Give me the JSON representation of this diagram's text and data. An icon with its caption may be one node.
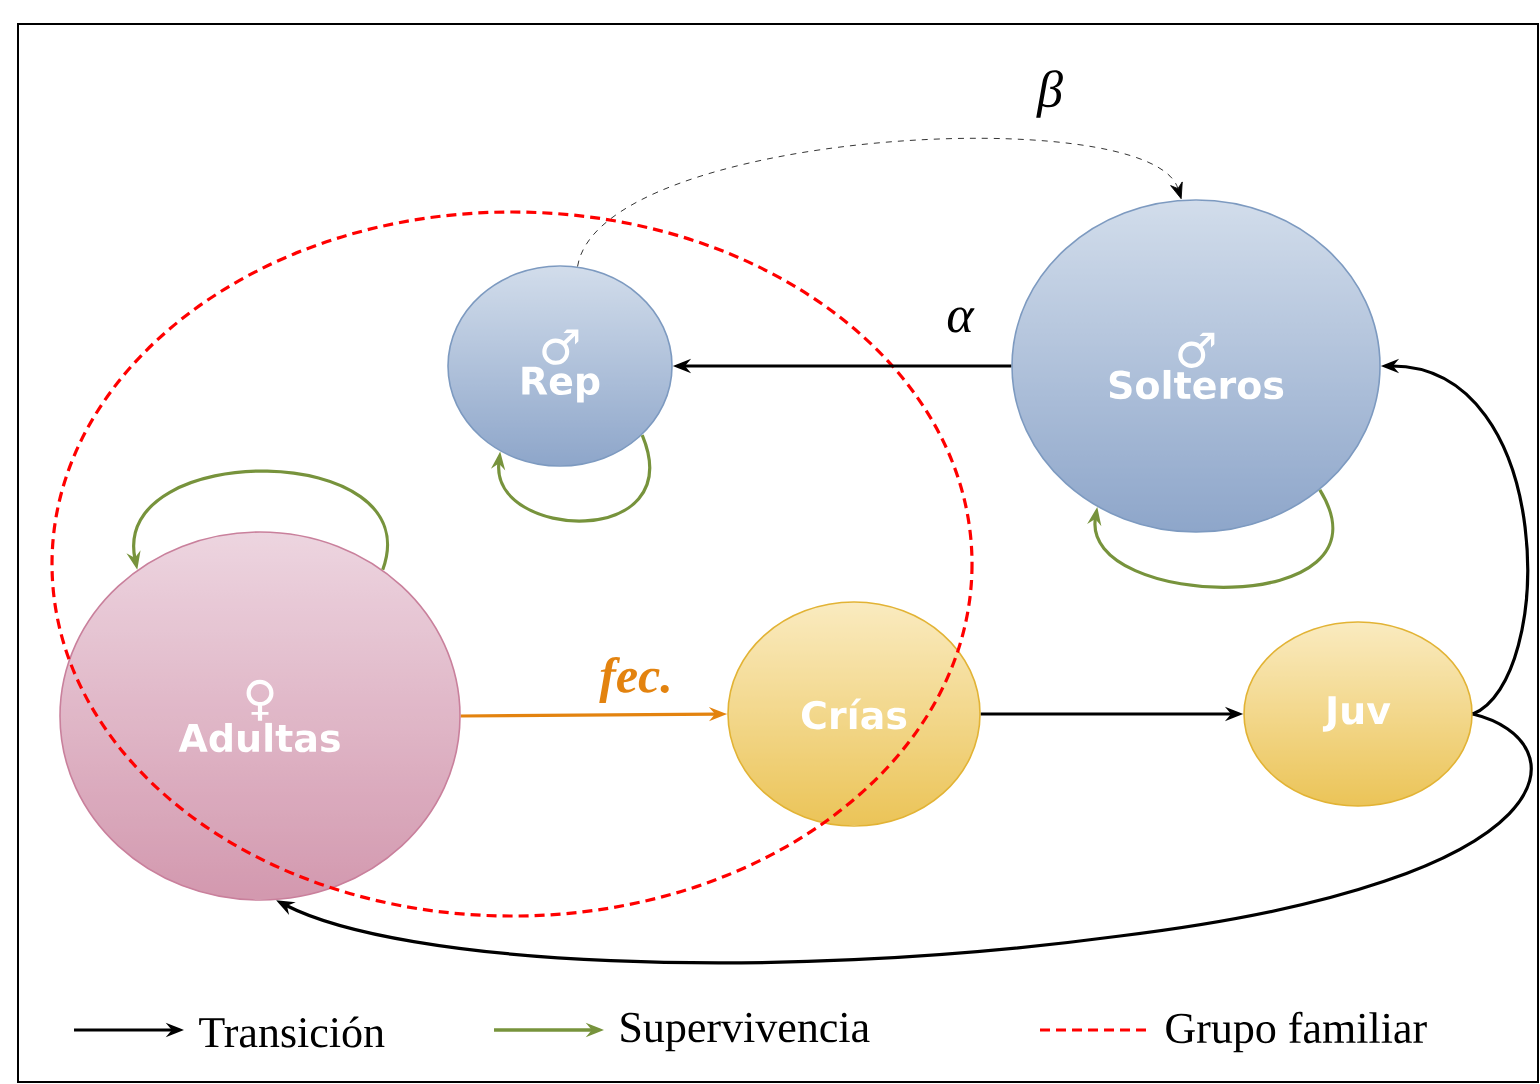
{
  "diagram": {
    "nodes": [
      {
        "text": [
          "♂",
          "Rep"
        ]
      },
      {
        "text": [
          "♂",
          "Solteros"
        ]
      },
      {
        "text": [
          "♀",
          "Adultas"
        ]
      },
      {
        "text": [
          "Crías"
        ]
      },
      {
        "text": [
          "Juv"
        ]
      }
    ],
    "edges": [
      {
        "from": 1,
        "to": 0,
        "arrow": "to",
        "label": "α"
      },
      {
        "from": 0,
        "to": 1,
        "arrow": "to",
        "label": "β",
        "style": "dashed"
      },
      {
        "from": 0,
        "to": 0,
        "arrow": "to",
        "color": "#77933c"
      },
      {
        "from": 1,
        "to": 1,
        "arrow": "to",
        "color": "#77933c"
      },
      {
        "from": 2,
        "to": 2,
        "arrow": "to",
        "color": "#77933c"
      },
      {
        "from": 2,
        "to": 3,
        "arrow": "to",
        "label": "fec.",
        "color": "#e3830f"
      },
      {
        "from": 3,
        "to": 4,
        "arrow": "to"
      },
      {
        "from": 4,
        "to": 1,
        "arrow": "to"
      },
      {
        "from": 4,
        "to": 2,
        "arrow": "to"
      }
    ],
    "legend": [
      {
        "text": "Transición"
      },
      {
        "text": "Supervivencia"
      },
      {
        "text": "Grupo familiar"
      }
    ]
  }
}
